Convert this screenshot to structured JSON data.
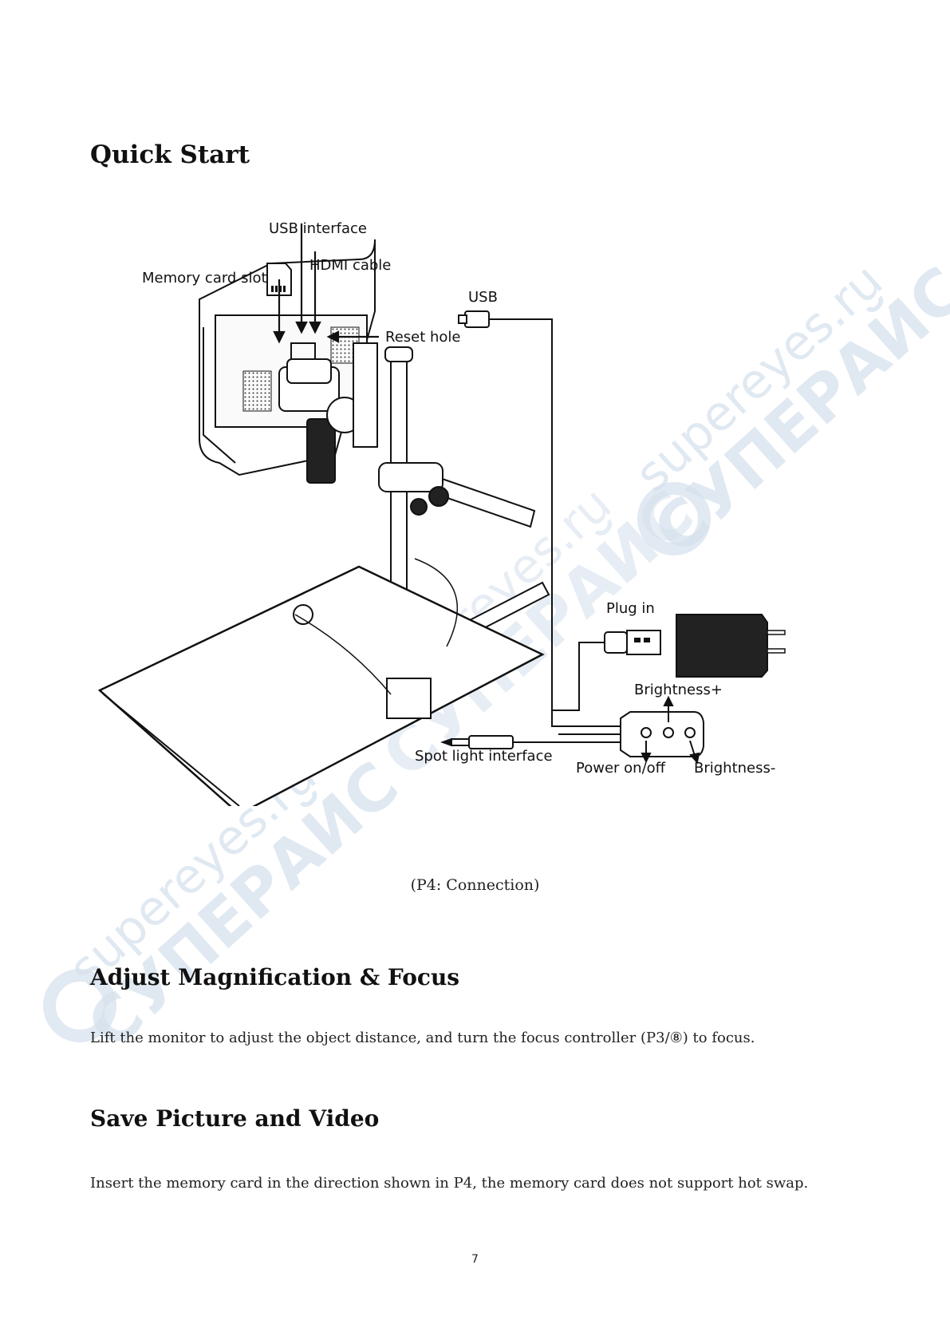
{
  "headings": {
    "quick_start": "Quick Start",
    "adjust": "Adjust Magnification & Focus",
    "save": "Save Picture and Video"
  },
  "paragraphs": {
    "adjust_text": "Lift the monitor to adjust the object distance, and turn the focus controller (P3/⑧) to focus.",
    "save_text": "Insert the memory card in the direction shown in P4, the memory card does not support hot swap."
  },
  "figure": {
    "caption": "(P4: Connection)",
    "labels": {
      "usb_interface": "USB interface",
      "hdmi_cable": "HDMI cable",
      "memory_card_slot": "Memory card slot",
      "usb": "USB",
      "reset_hole": "Reset hole",
      "plug_in": "Plug in",
      "brightness_plus": "Brightness+",
      "power_onoff": "Power on/off",
      "brightness_minus": "Brightness-",
      "spot_light_interface": "Spot light interface"
    }
  },
  "watermark": {
    "line1": "supereyes.ru",
    "line2": "СУПЕРАЙС"
  },
  "page_number": "7",
  "colors": {
    "text": "#111111",
    "watermark": "#c9d7e6"
  }
}
